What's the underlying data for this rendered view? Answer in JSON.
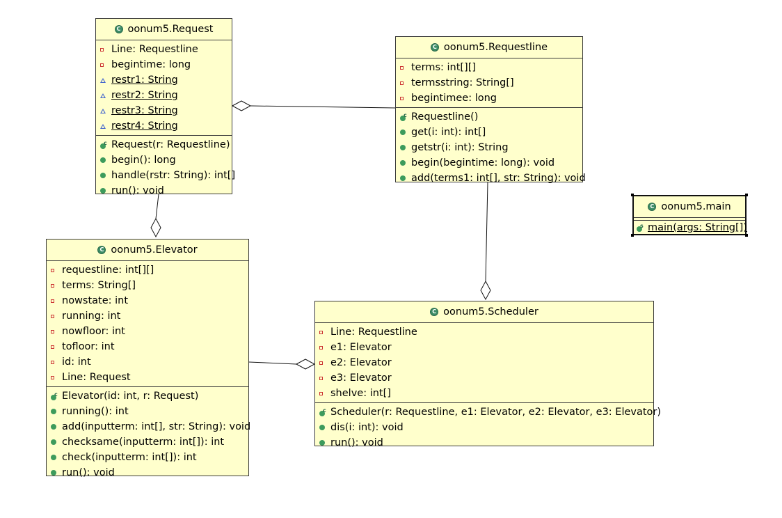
{
  "classes": {
    "request": {
      "title": "oonum5.Request",
      "attrs": [
        "Line: Requestline",
        "begintime: long",
        "restr1: String",
        "restr2: String",
        "restr3: String",
        "restr4: String"
      ],
      "ops": [
        "Request(r: Requestline)",
        "begin(): long",
        "handle(rstr: String): int[]",
        "run(): void"
      ]
    },
    "requestline": {
      "title": "oonum5.Requestline",
      "attrs": [
        "terms: int[][]",
        "termsstring: String[]",
        "begintimee: long"
      ],
      "ops": [
        "Requestline()",
        "get(i: int): int[]",
        "getstr(i: int): String",
        "begin(begintime: long): void",
        "add(terms1: int[], str: String): void"
      ]
    },
    "main": {
      "title": "oonum5.main",
      "ops": [
        "main(args: String[])"
      ]
    },
    "elevator": {
      "title": "oonum5.Elevator",
      "attrs": [
        "requestline: int[][]",
        "terms: String[]",
        "nowstate: int",
        "running: int",
        "nowfloor: int",
        "tofloor: int",
        "id: int",
        "Line: Request"
      ],
      "ops": [
        "Elevator(id: int, r: Request)",
        "running(): int",
        "add(inputterm: int[], str: String): void",
        "checksame(inputterm: int[]): int",
        "check(inputterm: int[]): int",
        "run(): void"
      ]
    },
    "scheduler": {
      "title": "oonum5.Scheduler",
      "attrs": [
        "Line: Requestline",
        "e1: Elevator",
        "e2: Elevator",
        "e3: Elevator",
        "shelve: int[]"
      ],
      "ops": [
        "Scheduler(r: Requestline, e1: Elevator, e2: Elevator, e3: Elevator)",
        "dis(i: int): void",
        "run(): void"
      ]
    }
  },
  "icons": {
    "class": "class-icon",
    "private": "private-field-icon",
    "package": "package-field-icon",
    "public": "public-method-icon",
    "constructor": "constructor-icon"
  },
  "colors": {
    "class_fill": "#ffffcc",
    "class_icon": "#3d8d66",
    "private": "#cc3333",
    "package": "#4466cc",
    "public": "#3d9b5c"
  }
}
